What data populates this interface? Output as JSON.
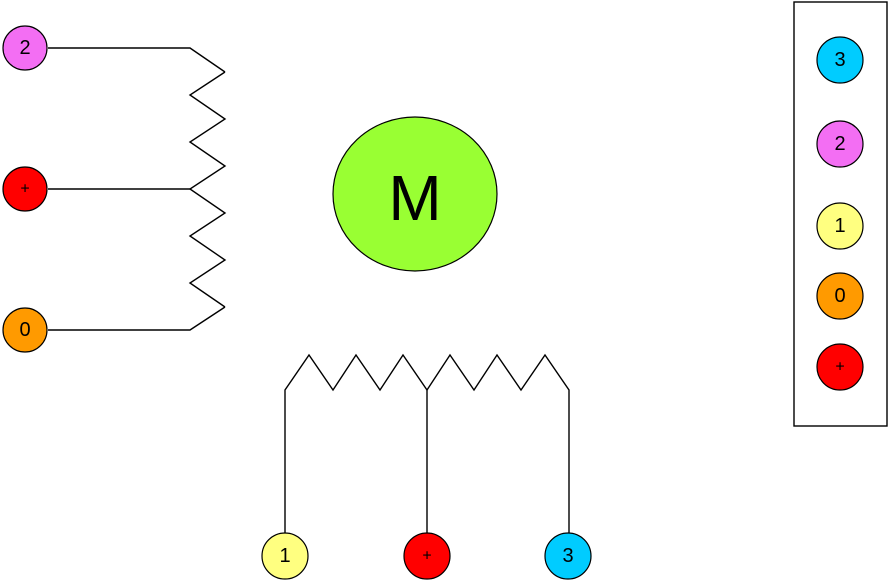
{
  "colors": {
    "pink": "#f36ef3",
    "red": "#ff0000",
    "orange": "#ff9a00",
    "yellow": "#ffff80",
    "cyan": "#00ccff",
    "motor_green": "#99ff33"
  },
  "motor": {
    "label": "M"
  },
  "left_coil": {
    "top": {
      "label": "2",
      "color": "pink"
    },
    "center": {
      "label": "+",
      "color": "red"
    },
    "bottom": {
      "label": "0",
      "color": "orange"
    }
  },
  "bottom_coil": {
    "left": {
      "label": "1",
      "color": "yellow"
    },
    "center": {
      "label": "+",
      "color": "red"
    },
    "right": {
      "label": "3",
      "color": "cyan"
    }
  },
  "connector": {
    "pins": [
      {
        "label": "3",
        "color": "cyan"
      },
      {
        "label": "2",
        "color": "pink"
      },
      {
        "label": "1",
        "color": "yellow"
      },
      {
        "label": "0",
        "color": "orange"
      },
      {
        "label": "+",
        "color": "red"
      }
    ]
  }
}
